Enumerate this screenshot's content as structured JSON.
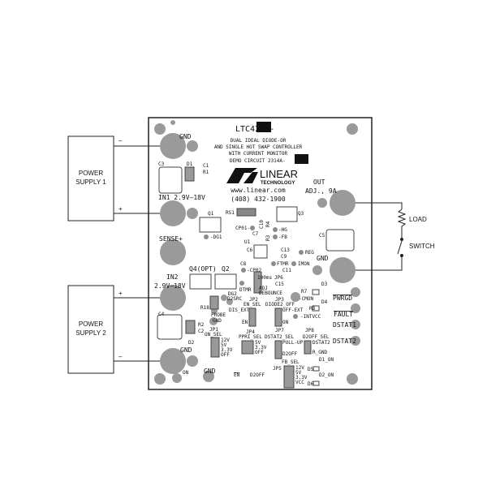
{
  "power_supplies": [
    {
      "label1": "POWER",
      "label2": "SUPPLY 1",
      "minus": "–",
      "plus": "+"
    },
    {
      "label1": "POWER",
      "label2": "SUPPLY 2",
      "minus": "–",
      "plus": "+"
    }
  ],
  "external": {
    "load": "LOAD",
    "switch": "SWITCH"
  },
  "header": {
    "part": "LTC4236-",
    "line1": "DUAL IDEAL DIODE-OR",
    "line2": "AND SINGLE HOT SWAP CONTROLLER",
    "line3": "WITH CURRENT MONITOR",
    "demo": "DEMO CIRCUIT 2314A-",
    "logo_text": "LINEAR",
    "logo_sub": "TECHNOLOGY",
    "url": "www.linear.com",
    "phone": "(408) 432-1900"
  },
  "terminals": {
    "gnd_top": "GND",
    "in1": "IN1 2.9V–18V",
    "sense": "SENSE+",
    "in2": "IN2",
    "in2_range": "2.9V–18V",
    "gnd_bottom": "GND",
    "out": "OUT",
    "out_rating": "ADJ., 9A",
    "gnd_out": "GND",
    "pwrgd": "PWRGD",
    "fault": "FAULT",
    "dstat1": "DSTAT1",
    "dstat2": "DSTAT2",
    "on": "ON",
    "gnd_b2": "GND",
    "en": "EN",
    "d2off": "D2OFF"
  },
  "components": {
    "c3": "C3",
    "d1": "D1",
    "c1": "C1",
    "r1": "R1",
    "q1": "Q1",
    "dg1": "-DG1",
    "rs1": "RS1",
    "q3": "Q3",
    "cp01": "CP01-",
    "c10": "C10",
    "r4": "R4",
    "c7": "C7",
    "r3": "R3",
    "hg": "-HG",
    "fb": "-FB",
    "c5": "C5",
    "u1": "U1",
    "c6": "C6",
    "c13": "C13",
    "c9": "C9",
    "reg": "REG",
    "imon": "IMON",
    "ftmr": "FTMR",
    "c8": "C8",
    "cp02": "-CP02",
    "c11": "C11",
    "q4": "Q4(OPT)",
    "q2": "Q2",
    "ms100": "100ms",
    "jp6": "JP6",
    "c15": "C15",
    "adj": "ADJ",
    "debounce": "DEBOUNCE",
    "dtmr": "DTMR",
    "dg2": "DG2",
    "d2src": "D2SRC",
    "r7": "R7",
    "d3": "D3",
    "cmon": "-CMON",
    "jp2": "JP2",
    "en_sel": "EN_SEL",
    "jp3": "JP3",
    "diode2_off": "DIODE2_OFF",
    "r18": "R18",
    "dis_ext": "DIS_EXT",
    "off_ext": "OFF-EXT",
    "d4": "D4",
    "r8": "R8",
    "intvcc": "-INTVCC",
    "probe": "PROBE",
    "probe_gnd": "GND",
    "c4": "C4",
    "r2": "R2",
    "c2": "C2",
    "en": "EN",
    "on": "ON",
    "d2": "D2",
    "jp1": "JP1",
    "on_sel": "ON_SEL",
    "jp4": "JP4",
    "ppri_sel": "PPRI_SEL",
    "jp7": "JP7",
    "dstat2_sel": "DSTAT2_SEL",
    "jp8": "JP8",
    "d2off_sel": "D2OFF_SEL",
    "pullup": "PULL-UP",
    "d2off": "D2OFF",
    "dstat2": "DSTAT2",
    "r_gnd": "R_GND",
    "jp5": "JP5",
    "fb_sel": "FB_SEL",
    "d1_on": "D1_ON",
    "d5": "D5",
    "d2_on": "D2_ON",
    "d6": "D6"
  },
  "jumper_options": {
    "jp1": [
      "12V",
      "5V",
      "3.3V",
      "OFF"
    ],
    "jp4": [
      "5V",
      "3.3V",
      "OFF"
    ],
    "jp5": [
      "12V",
      "5V",
      "3.3V",
      "VCC"
    ]
  }
}
